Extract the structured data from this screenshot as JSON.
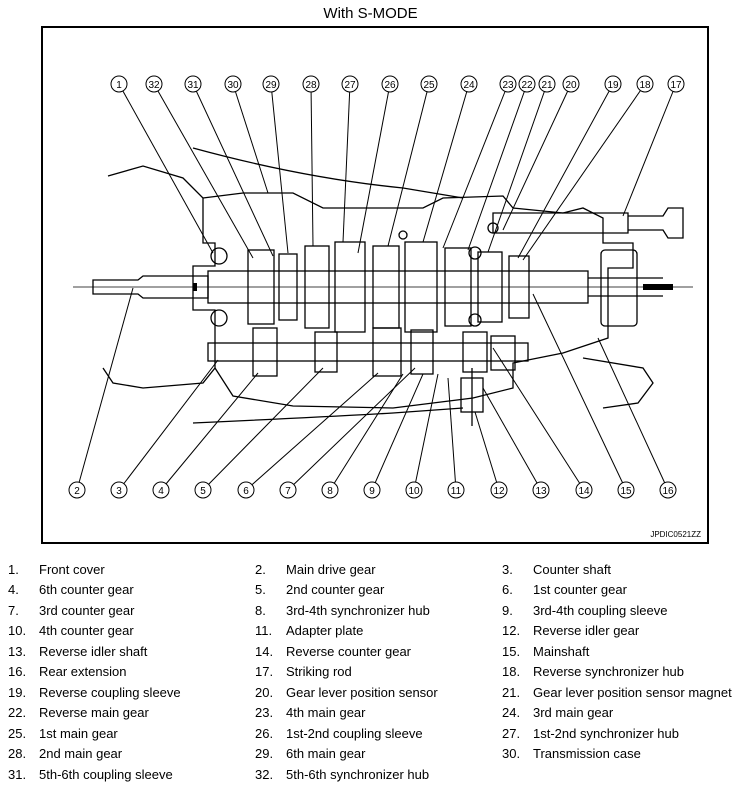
{
  "title": "With S-MODE",
  "figure_code": "JPDIC0521ZZ",
  "callouts": [
    "1",
    "32",
    "31",
    "30",
    "29",
    "28",
    "27",
    "26",
    "25",
    "24",
    "23",
    "22",
    "21",
    "20",
    "19",
    "18",
    "17",
    "2",
    "3",
    "4",
    "5",
    "6",
    "7",
    "8",
    "9",
    "10",
    "11",
    "12",
    "13",
    "14",
    "15",
    "16"
  ],
  "legend": [
    {
      "num": "1.",
      "label": "Front cover"
    },
    {
      "num": "2.",
      "label": "Main drive gear"
    },
    {
      "num": "3.",
      "label": "Counter shaft"
    },
    {
      "num": "4.",
      "label": "6th counter gear"
    },
    {
      "num": "5.",
      "label": "2nd counter gear"
    },
    {
      "num": "6.",
      "label": "1st counter gear"
    },
    {
      "num": "7.",
      "label": "3rd counter gear"
    },
    {
      "num": "8.",
      "label": "3rd-4th synchronizer hub"
    },
    {
      "num": "9.",
      "label": "3rd-4th coupling sleeve"
    },
    {
      "num": "10.",
      "label": "4th counter gear"
    },
    {
      "num": "11.",
      "label": "Adapter plate"
    },
    {
      "num": "12.",
      "label": "Reverse idler gear"
    },
    {
      "num": "13.",
      "label": "Reverse idler shaft"
    },
    {
      "num": "14.",
      "label": "Reverse counter gear"
    },
    {
      "num": "15.",
      "label": "Mainshaft"
    },
    {
      "num": "16.",
      "label": "Rear extension"
    },
    {
      "num": "17.",
      "label": "Striking rod"
    },
    {
      "num": "18.",
      "label": "Reverse synchronizer hub"
    },
    {
      "num": "19.",
      "label": "Reverse coupling sleeve"
    },
    {
      "num": "20.",
      "label": "Gear lever position sensor"
    },
    {
      "num": "21.",
      "label": "Gear lever position sensor magnet"
    },
    {
      "num": "22.",
      "label": "Reverse main gear"
    },
    {
      "num": "23.",
      "label": "4th main gear"
    },
    {
      "num": "24.",
      "label": "3rd main gear"
    },
    {
      "num": "25.",
      "label": "1st main gear"
    },
    {
      "num": "26.",
      "label": "1st-2nd coupling sleeve"
    },
    {
      "num": "27.",
      "label": "1st-2nd synchronizer hub"
    },
    {
      "num": "28.",
      "label": "2nd main gear"
    },
    {
      "num": "29.",
      "label": "6th main gear"
    },
    {
      "num": "30.",
      "label": "Transmission case"
    },
    {
      "num": "31.",
      "label": "5th-6th coupling sleeve"
    },
    {
      "num": "32.",
      "label": "5th-6th synchronizer hub"
    }
  ]
}
